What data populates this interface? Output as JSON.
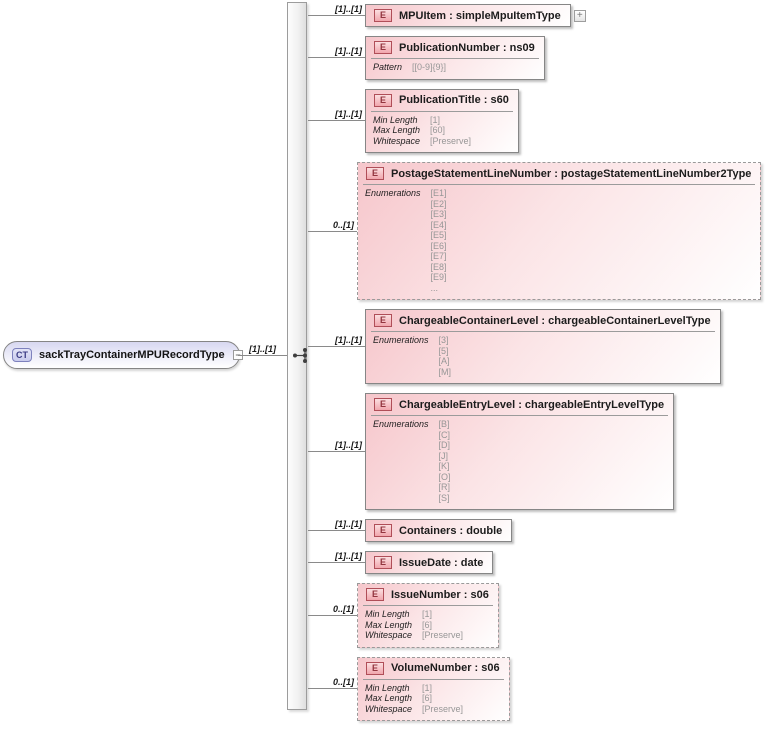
{
  "diagram": {
    "root": {
      "badge": "CT",
      "label": "sackTrayContainerMPURecordType",
      "cardinality": "[1]..[1]",
      "collapse_glyph": "−"
    },
    "glyphs": {
      "expand": "+"
    },
    "elements": [
      {
        "badge": "E",
        "label": "MPUItem : simpleMpuItemType",
        "cardinality": "[1]..[1]",
        "optional": false,
        "expandable": true,
        "facets": []
      },
      {
        "badge": "E",
        "label": "PublicationNumber : ns09",
        "cardinality": "[1]..[1]",
        "optional": false,
        "expandable": false,
        "facets": [
          {
            "label": "Pattern",
            "values": [
              "[[0-9]{9}]"
            ]
          }
        ]
      },
      {
        "badge": "E",
        "label": "PublicationTitle : s60",
        "cardinality": "[1]..[1]",
        "optional": false,
        "expandable": false,
        "facets": [
          {
            "label": "Min Length",
            "values": [
              "[1]"
            ]
          },
          {
            "label": "Max Length",
            "values": [
              "[60]"
            ]
          },
          {
            "label": "Whitespace",
            "values": [
              "[Preserve]"
            ]
          }
        ]
      },
      {
        "badge": "E",
        "label": "PostageStatementLineNumber : postageStatementLineNumber2Type",
        "cardinality": "0..[1]",
        "optional": true,
        "expandable": false,
        "facets": [
          {
            "label": "Enumerations",
            "values": [
              "[E1]",
              "[E2]",
              "[E3]",
              "[E4]",
              "[E5]",
              "[E6]",
              "[E7]",
              "[E8]",
              "[E9]",
              "..."
            ]
          }
        ]
      },
      {
        "badge": "E",
        "label": "ChargeableContainerLevel : chargeableContainerLevelType",
        "cardinality": "[1]..[1]",
        "optional": false,
        "expandable": false,
        "facets": [
          {
            "label": "Enumerations",
            "values": [
              "[3]",
              "[5]",
              "[A]",
              "[M]"
            ]
          }
        ]
      },
      {
        "badge": "E",
        "label": "ChargeableEntryLevel : chargeableEntryLevelType",
        "cardinality": "[1]..[1]",
        "optional": false,
        "expandable": false,
        "facets": [
          {
            "label": "Enumerations",
            "values": [
              "[B]",
              "[C]",
              "[D]",
              "[J]",
              "[K]",
              "[O]",
              "[R]",
              "[S]"
            ]
          }
        ]
      },
      {
        "badge": "E",
        "label": "Containers : double",
        "cardinality": "[1]..[1]",
        "optional": false,
        "expandable": false,
        "facets": []
      },
      {
        "badge": "E",
        "label": "IssueDate : date",
        "cardinality": "[1]..[1]",
        "optional": false,
        "expandable": false,
        "facets": []
      },
      {
        "badge": "E",
        "label": "IssueNumber : s06",
        "cardinality": "0..[1]",
        "optional": true,
        "expandable": false,
        "facets": [
          {
            "label": "Min Length",
            "values": [
              "[1]"
            ]
          },
          {
            "label": "Max Length",
            "values": [
              "[6]"
            ]
          },
          {
            "label": "Whitespace",
            "values": [
              "[Preserve]"
            ]
          }
        ]
      },
      {
        "badge": "E",
        "label": "VolumeNumber : s06",
        "cardinality": "0..[1]",
        "optional": true,
        "expandable": false,
        "facets": [
          {
            "label": "Min Length",
            "values": [
              "[1]"
            ]
          },
          {
            "label": "Max Length",
            "values": [
              "[6]"
            ]
          },
          {
            "label": "Whitespace",
            "values": [
              "[Preserve]"
            ]
          }
        ]
      }
    ]
  }
}
